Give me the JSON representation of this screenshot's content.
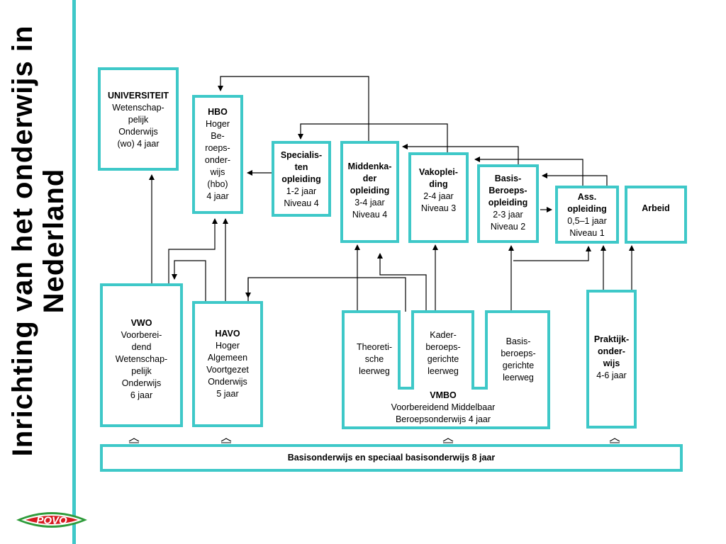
{
  "title": "Inrichting van het onderwijs in Nederland",
  "logo_text": "POVO",
  "colors": {
    "border": "#3ec8c8",
    "logo_red": "#d71920",
    "logo_green": "#2e9b3a"
  },
  "boxes": {
    "universiteit": {
      "bold": "UNIVERSITEIT",
      "lines": [
        "Wetenschap-",
        "pelijk",
        "Onderwijs",
        "(wo) 4 jaar"
      ]
    },
    "hbo": {
      "bold": "HBO",
      "lines": [
        "Hoger",
        "Be-",
        "roeps-",
        "onder-",
        "wijs",
        "(hbo)",
        "4 jaar"
      ]
    },
    "specialisten": {
      "bold": "Specialis-\nten\nopleiding",
      "lines": [
        "1-2 jaar",
        "Niveau 4"
      ]
    },
    "middenkader": {
      "bold": "Middenka-\nder\nopleiding",
      "lines": [
        "3-4 jaar",
        "Niveau 4"
      ]
    },
    "vakopleiding": {
      "bold": "Vakoplei-\nding",
      "lines": [
        "2-4 jaar",
        "Niveau 3"
      ]
    },
    "basisberoeps": {
      "bold": "Basis-\nBeroeps-\nopleiding",
      "lines": [
        "2-3 jaar",
        "Niveau 2"
      ]
    },
    "ass": {
      "bold": "Ass.\nopleiding",
      "lines": [
        "0,5–1 jaar",
        "Niveau 1"
      ]
    },
    "arbeid": {
      "bold": "Arbeid",
      "lines": []
    },
    "vwo": {
      "bold": "VWO",
      "lines": [
        "Voorberei-",
        "dend",
        "Wetenschap-",
        "pelijk",
        "Onderwijs",
        "6 jaar"
      ]
    },
    "havo": {
      "bold": "HAVO",
      "lines": [
        "Hoger",
        "Algemeen",
        "Voortgezet",
        "Onderwijs",
        "5 jaar"
      ]
    },
    "vmbo": {
      "bold": "VMBO",
      "lines": [
        "Voorbereidend Middelbaar",
        "Beroepsonderwijs 4 jaar"
      ]
    },
    "theoretische": {
      "lines": [
        "Theoreti-",
        "sche",
        "leerweg"
      ]
    },
    "kader": {
      "lines": [
        "Kader-",
        "beroeps-",
        "gerichte",
        "leerweg"
      ]
    },
    "basis_leerweg": {
      "lines": [
        "Basis-",
        "beroeps-",
        "gerichte",
        "leerweg"
      ]
    },
    "praktijk": {
      "bold": "Praktijk-\nonder-\nwijs",
      "lines": [
        "4-6 jaar"
      ]
    },
    "basisonderwijs": {
      "bold": "Basisonderwijs en speciaal basisonderwijs 8 jaar"
    }
  }
}
